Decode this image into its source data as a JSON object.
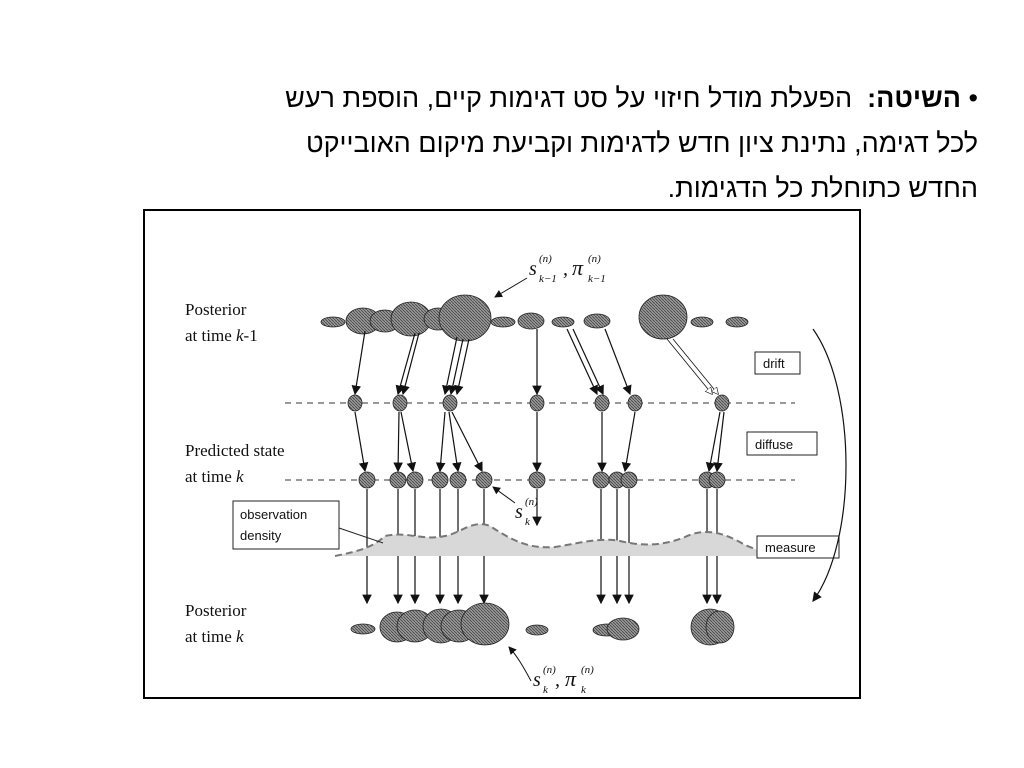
{
  "slide": {
    "bullet": "•",
    "heading": "השיטה:",
    "line1": "הפעלת מודל חיזוי על סט דגימות קיים, הוספת רעש",
    "line2": "לכל דגימה,  נתינת ציון חדש לדגימות וקביעת מיקום האובייקט",
    "line3": "החדש כתוחלת כל הדגימות."
  },
  "figure": {
    "row_labels": {
      "posterior_prev_1": "Posterior",
      "posterior_prev_2": "at time ",
      "posterior_prev_var": "k",
      "posterior_prev_suffix": "-1",
      "predicted_1": "Predicted state",
      "predicted_2": "at time ",
      "predicted_var": "k",
      "posterior_k_1": "Posterior",
      "posterior_k_2": "at time ",
      "posterior_k_var": "k"
    },
    "step_boxes": {
      "drift": "drift",
      "diffuse": "diffuse",
      "measure": "measure"
    },
    "observation_box": {
      "line1": "observation",
      "line2": "density"
    },
    "math": {
      "s": "s",
      "pi": "π",
      "n": "(n)",
      "k_minus_1": "k−1",
      "k": "k",
      "comma": ","
    }
  }
}
